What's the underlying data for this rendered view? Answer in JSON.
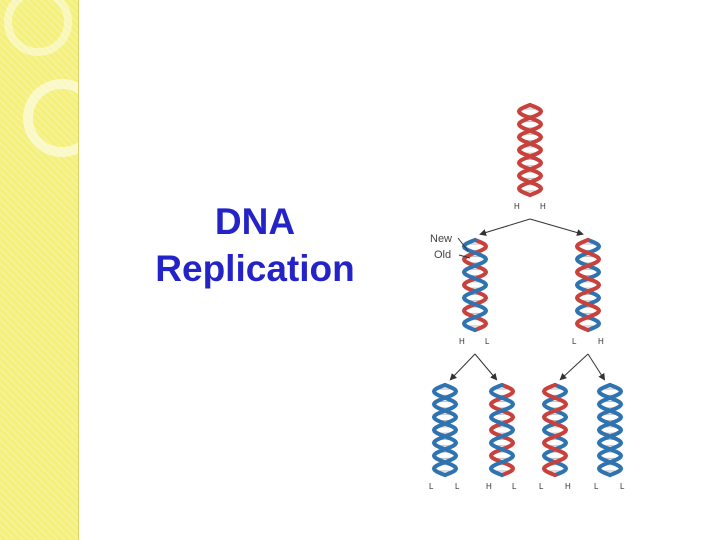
{
  "slide": {
    "title_line1": "DNA",
    "title_line2": "Replication"
  },
  "legend": {
    "new": "New",
    "old": "Old"
  },
  "colors": {
    "title": "#2323c8",
    "old_strand": "#c8413c",
    "new_strand": "#2f73b0",
    "sidebar": "#f4f07c"
  },
  "generations": [
    {
      "helices": [
        {
          "labels": [
            "H",
            "H"
          ],
          "strands": [
            "old",
            "old"
          ]
        }
      ]
    },
    {
      "helices": [
        {
          "labels": [
            "H",
            "L"
          ],
          "strands": [
            "old",
            "new"
          ]
        },
        {
          "labels": [
            "L",
            "H"
          ],
          "strands": [
            "new",
            "old"
          ]
        }
      ]
    },
    {
      "helices": [
        {
          "labels": [
            "L",
            "L"
          ],
          "strands": [
            "new",
            "new"
          ]
        },
        {
          "labels": [
            "H",
            "L"
          ],
          "strands": [
            "old",
            "new"
          ]
        },
        {
          "labels": [
            "L",
            "H"
          ],
          "strands": [
            "new",
            "old"
          ]
        },
        {
          "labels": [
            "L",
            "L"
          ],
          "strands": [
            "new",
            "new"
          ]
        }
      ]
    }
  ]
}
